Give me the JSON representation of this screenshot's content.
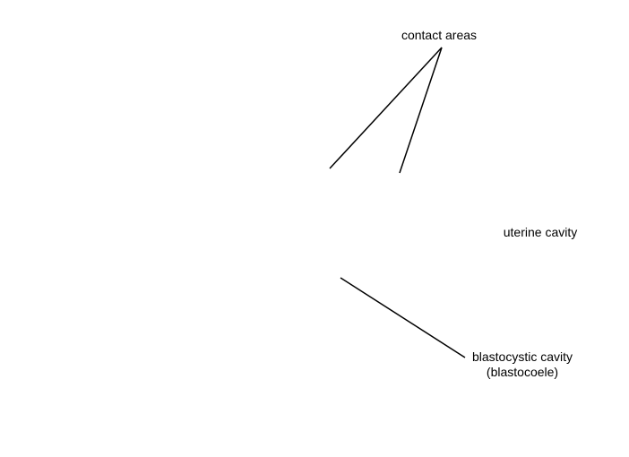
{
  "labels": {
    "contact_areas": "contact areas",
    "uterine_cavity": "uterine cavity",
    "blastocystic_cavity_line1": "blastocystic cavity",
    "blastocystic_cavity_line2": "(blastocoele)"
  },
  "colors": {
    "background": "#ffffff",
    "line": "#000000",
    "text": "#000000"
  }
}
